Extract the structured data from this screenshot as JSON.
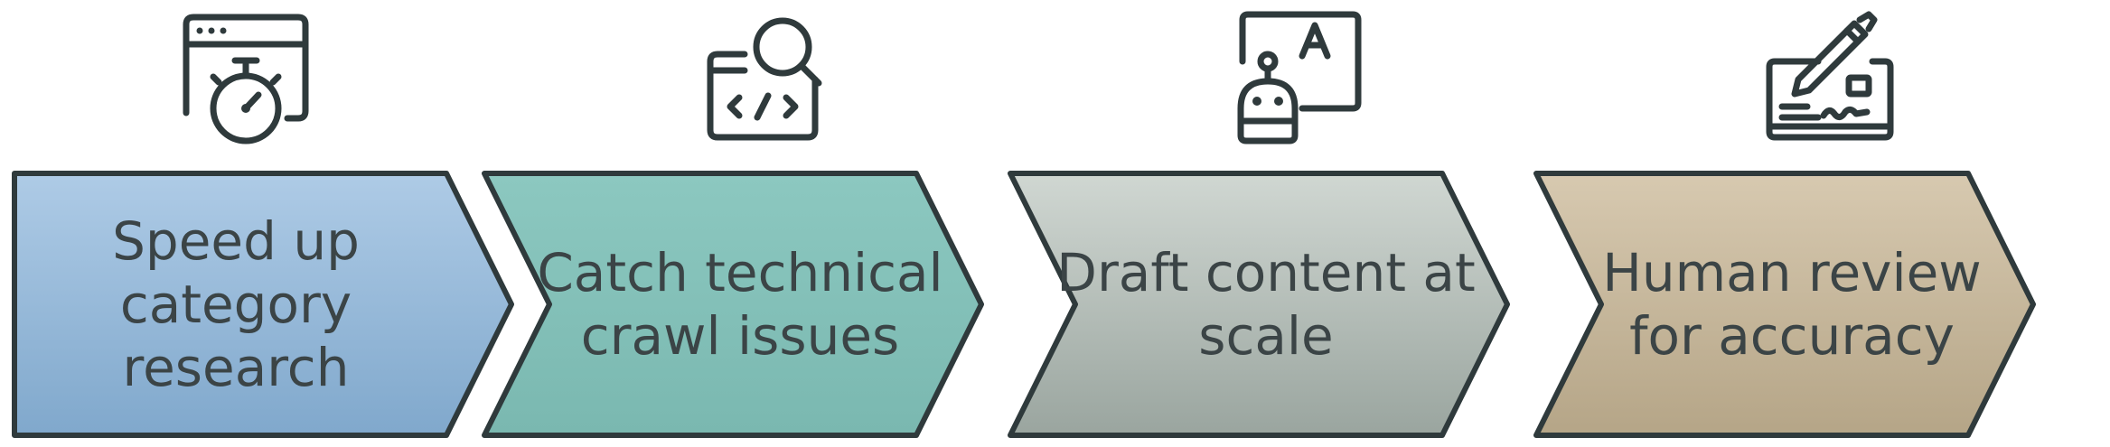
{
  "steps": [
    {
      "label_lines": [
        "Speed up",
        "category",
        "research"
      ],
      "icon": "stopwatch-browser-icon",
      "color_top": "#aecbe6",
      "color_bottom": "#80a8cc"
    },
    {
      "label_lines": [
        "Catch technical",
        "crawl issues"
      ],
      "icon": "code-search-icon",
      "color_top": "#8cc8c0",
      "color_bottom": "#7ab8b0"
    },
    {
      "label_lines": [
        "Draft content at",
        "scale"
      ],
      "icon": "robot-writing-icon",
      "color_top": "#d0d7d2",
      "color_bottom": "#9aa59f"
    },
    {
      "label_lines": [
        "Human review",
        "for accuracy"
      ],
      "icon": "pen-check-icon",
      "color_top": "#d7c9b0",
      "color_bottom": "#b5a587"
    }
  ]
}
